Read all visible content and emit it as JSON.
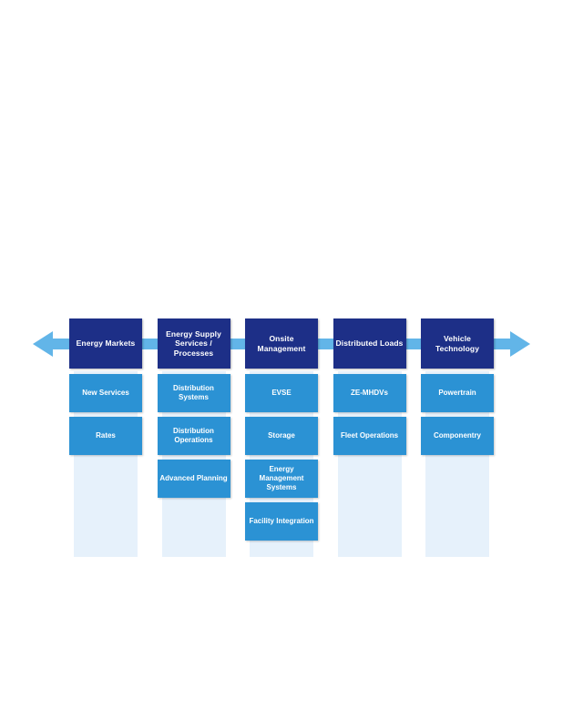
{
  "diagram": {
    "type": "value-chain",
    "title": "",
    "colors": {
      "header_navy": "#1d2f87",
      "sub_blue": "#2b92d4",
      "arrow_blue": "#62b5e8",
      "column_background": "#e6f1fb",
      "page_background": "#ffffff",
      "text": "#ffffff"
    },
    "arrows": {
      "left_arrow_label": "left-arrow",
      "right_arrow_label": "right-arrow",
      "direction": "bidirectional"
    },
    "columns": [
      {
        "header": "Energy Markets",
        "items": [
          "New Services",
          "Rates"
        ]
      },
      {
        "header": "Energy Supply Services / Processes",
        "items": [
          "Distribution Systems",
          "Distribution Operations",
          "Advanced Planning"
        ]
      },
      {
        "header": "Onsite Management",
        "items": [
          "EVSE",
          "Storage",
          "Energy Management Systems",
          "Facility Integration"
        ]
      },
      {
        "header": "Distributed Loads",
        "items": [
          "ZE-MHDVs",
          "Fleet Operations"
        ]
      },
      {
        "header": "Vehicle Technology",
        "items": [
          "Powertrain",
          "Componentry"
        ]
      }
    ]
  }
}
